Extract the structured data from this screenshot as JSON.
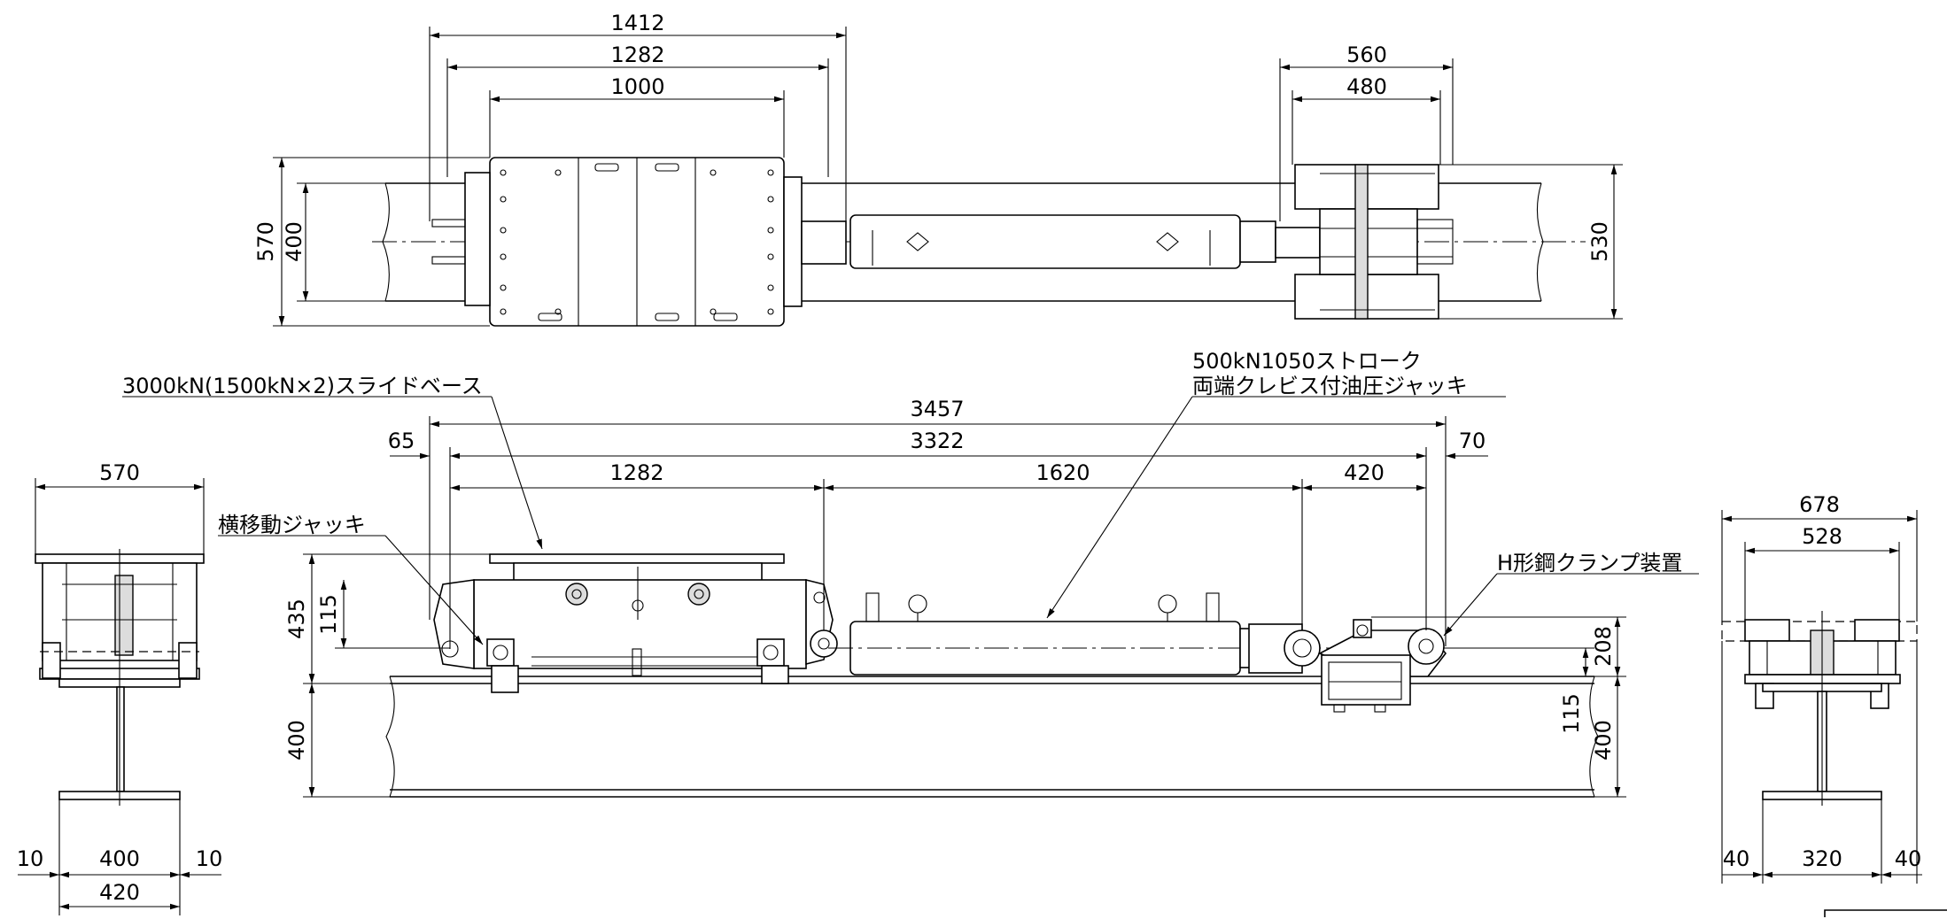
{
  "drawing": {
    "top_view_dims": {
      "d1412": "1412",
      "d1282": "1282",
      "d1000": "1000",
      "d560": "560",
      "d480": "480",
      "d570": "570",
      "d400": "400",
      "d530": "530"
    },
    "side_view_dims": {
      "d3457": "3457",
      "d3322": "3322",
      "d65": "65",
      "d70": "70",
      "d1282": "1282",
      "d1620": "1620",
      "d420": "420",
      "d435": "435",
      "d115a": "115",
      "d400a": "400",
      "d208": "208",
      "d115b": "115",
      "d400b": "400"
    },
    "left_view_dims": {
      "d570": "570",
      "d10a": "10",
      "d400": "400",
      "d10b": "10",
      "d420": "420"
    },
    "right_view_dims": {
      "d678": "678",
      "d528": "528",
      "d40a": "40",
      "d320": "320",
      "d40b": "40"
    },
    "labels": {
      "slide_base": "3000kN(1500kN×2)スライドベース",
      "lateral_jack": "横移動ジャッキ",
      "jack_line1": "500kN1050ストローク",
      "jack_line2": "両端クレビス付油圧ジャッキ",
      "clamp": "H形鋼クランプ装置"
    }
  }
}
